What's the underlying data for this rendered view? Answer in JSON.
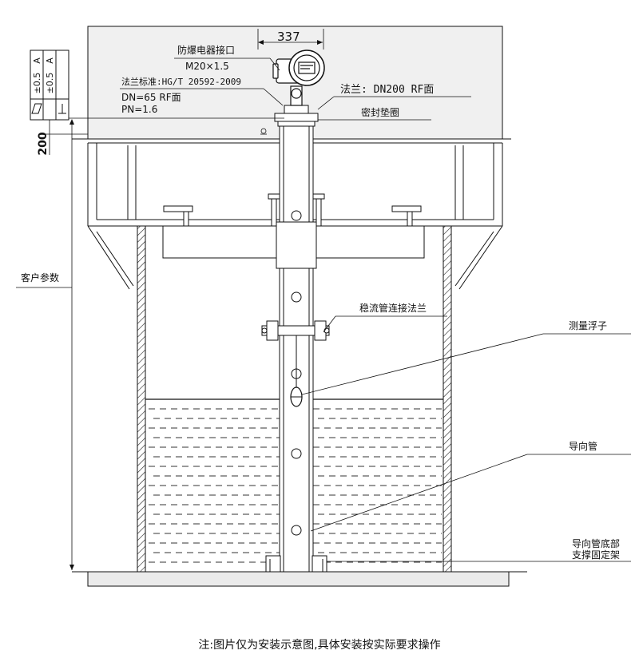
{
  "dimension_top": "337",
  "explosion_proof_port": "防爆电器接口",
  "thread_spec": "M20×1.5",
  "flange_standard": "法兰标准:HG/T 20592-2009",
  "flange_dn": "DN=65 RF面",
  "flange_pn": "PN=1.6",
  "main_flange": "法兰: DN200 RF面",
  "seal_gasket": "密封垫圈",
  "height_200": "200",
  "customer_param": "客户参数",
  "tolerance_flatness": "±0.5",
  "tolerance_perpendicularity": "±0.5",
  "datum": "A",
  "stilling_flange": "稳流管连接法兰",
  "float": "测量浮子",
  "guide_tube": "导向管",
  "bottom_support_line1": "导向管底部",
  "bottom_support_line2": "支撑固定架",
  "note": "注:图片仅为安装示意图,具体安装按实际要求操作"
}
